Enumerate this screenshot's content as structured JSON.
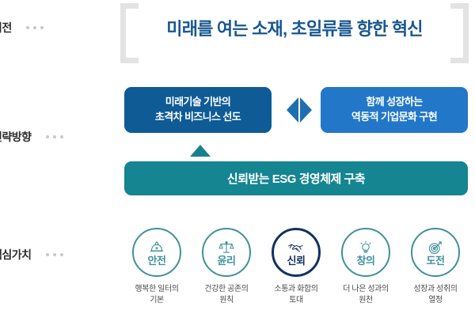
{
  "rows": {
    "vision_label": "비전",
    "strategy_label": "전략방향",
    "values_label": "핵심가치"
  },
  "vision": {
    "title": "미래를 여는 소재, 초일류를 향한 혁신",
    "title_color": "#19578f",
    "bracket_color": "#e3e3e3"
  },
  "strategy": {
    "left_box": {
      "line1": "미래기술 기반의",
      "line2": "초격차 비즈니스 선도",
      "color": "#0e5b96"
    },
    "right_box": {
      "line1": "함께 성장하는",
      "line2": "역동적 기업문화 구현",
      "color": "#2277c8"
    },
    "connector_icon": "diamond-split-icon",
    "connector_color": "#1f6fb0",
    "arrow_icon": "triangle-up-icon",
    "arrow_color": "#17808d",
    "esg_bar": {
      "text": "신뢰받는 ESG 경영체제 구축",
      "color": "#158591"
    }
  },
  "core_values": {
    "accent_color": "#3f909c",
    "highlight_color": "#12325e",
    "items": [
      {
        "name": "안전",
        "icon": "safety-helmet-icon",
        "caption": "행복한 일터의\n기본",
        "highlight": false
      },
      {
        "name": "윤리",
        "icon": "balance-scales-icon",
        "caption": "건강한 공존의\n원칙",
        "highlight": false
      },
      {
        "name": "신뢰",
        "icon": "handshake-icon",
        "caption": "소통과 화합의\n토대",
        "highlight": true
      },
      {
        "name": "창의",
        "icon": "lightbulb-icon",
        "caption": "더 나은 성과의\n원천",
        "highlight": false
      },
      {
        "name": "도전",
        "icon": "target-dart-icon",
        "caption": "성장과 성취의\n열정",
        "highlight": false
      }
    ]
  }
}
